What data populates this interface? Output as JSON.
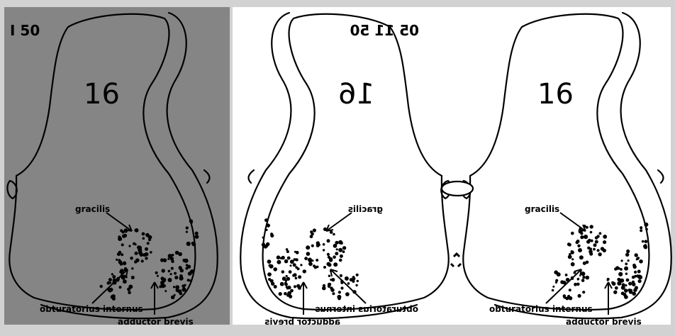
{
  "panels": [
    {
      "id": "left",
      "background": "#858585",
      "header": "I 50",
      "segment_number": "16",
      "labels": {
        "gracilis": "gracilis",
        "obturatorius": "obturatorius internus",
        "adductor": "adductor brevis"
      }
    },
    {
      "id": "middle",
      "background": "#ffffff",
      "header": "05 11 50",
      "segment_number": "16",
      "labels": {
        "gracilis": "gracilis",
        "obturatorius": "obturatorius internus",
        "adductor": "adductor brevis"
      }
    },
    {
      "id": "right",
      "background": "#ffffff",
      "header": "",
      "segment_number": "16",
      "labels": {
        "gracilis": "gracilis",
        "obturatorius": "obturatorius internus",
        "adductor": "adductor brevis"
      }
    }
  ]
}
